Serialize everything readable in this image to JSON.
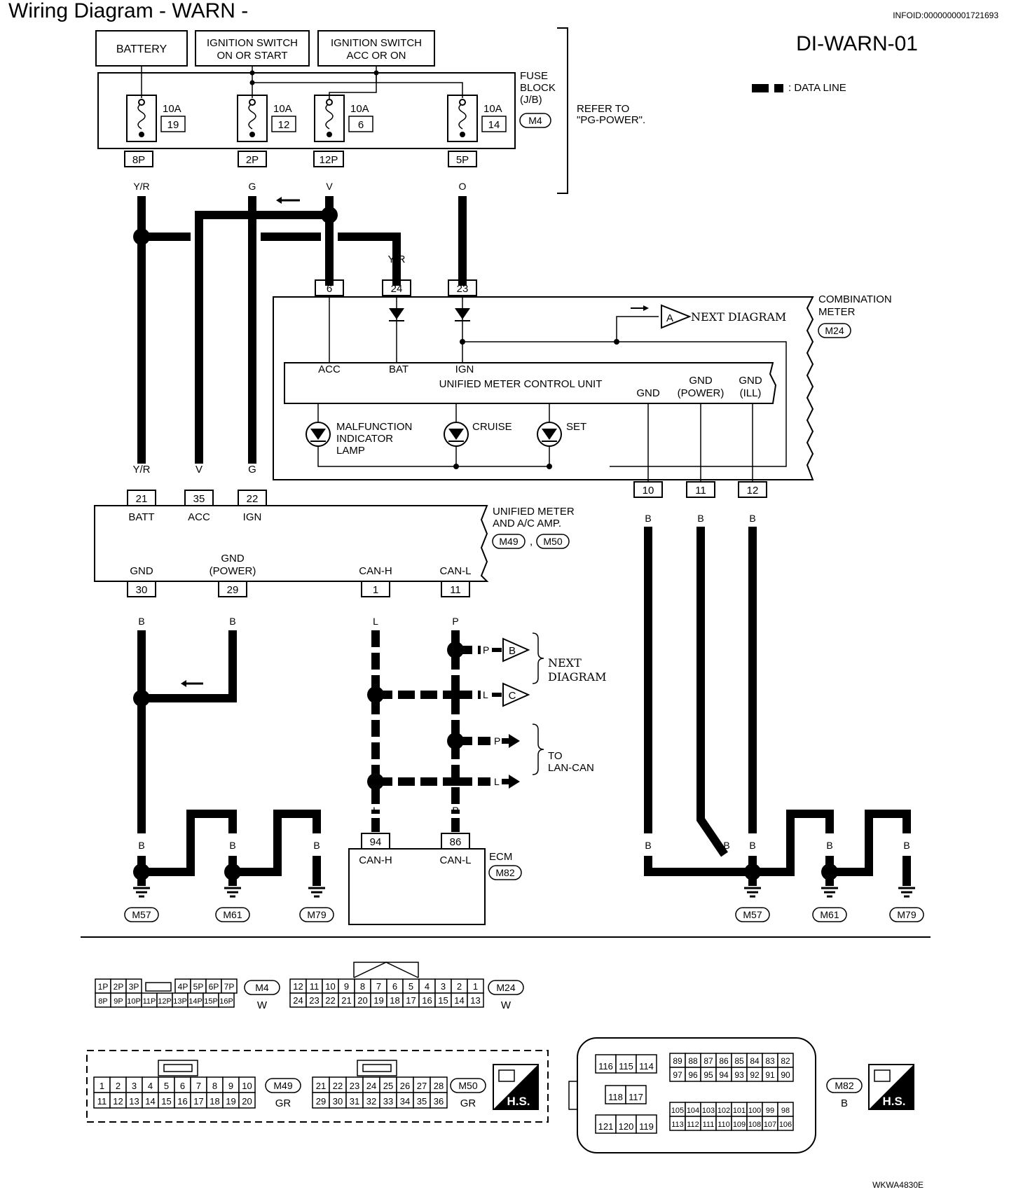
{
  "title": "Wiring Diagram - WARN -",
  "infoid": "INFOID:0000000001721693",
  "diagram_id": "DI-WARN-01",
  "footer_code": "WKWA4830E",
  "legend": {
    "label": ": DATA LINE"
  },
  "power_boxes": {
    "battery": "BATTERY",
    "ign_line1": "IGNITION SWITCH",
    "ign_line2": "ON OR START",
    "acc_line1": "IGNITION SWITCH",
    "acc_line2": "ACC OR ON"
  },
  "fuse_block": {
    "line1": "FUSE",
    "line2": "BLOCK",
    "line3": "(J/B)",
    "connector": "M4",
    "fuses": [
      {
        "amp": "10A",
        "num": "19",
        "pin": "8P",
        "wire": "Y/R"
      },
      {
        "amp": "10A",
        "num": "12",
        "pin": "2P",
        "wire": "G"
      },
      {
        "amp": "10A",
        "num": "6",
        "pin": "12P",
        "wire": "V"
      },
      {
        "amp": "10A",
        "num": "14",
        "pin": "5P",
        "wire": "O"
      }
    ]
  },
  "refer": {
    "line1": "REFER TO",
    "line2": "\"PG-POWER\"."
  },
  "combo_meter": {
    "line1": "COMBINATION",
    "line2": "METER",
    "connector": "M24",
    "pins_top": [
      "6",
      "24",
      "23"
    ],
    "wire_24": "Y/R",
    "next_a_label": "A",
    "next_diagram": "NEXT DIAGRAM",
    "unit_name": "UNIFIED METER CONTROL UNIT",
    "acc": "ACC",
    "bat": "BAT",
    "ign": "IGN",
    "gnd": "GND",
    "gnd_power_1": "GND",
    "gnd_power_2": "(POWER)",
    "gnd_ill_1": "GND",
    "gnd_ill_2": "(ILL)",
    "lamp_mil_1": "MALFUNCTION",
    "lamp_mil_2": "INDICATOR",
    "lamp_mil_3": "LAMP",
    "lamp_cruise": "CRUISE",
    "lamp_set": "SET",
    "pins_bottom": [
      "10",
      "11",
      "12"
    ],
    "wire_b": "B"
  },
  "amp": {
    "line1": "UNIFIED METER",
    "line2": "AND A/C AMP.",
    "conn1": "M49",
    "conn2": "M50",
    "sep": ",",
    "wire_yr": "Y/R",
    "wire_v": "V",
    "wire_g": "G",
    "top_pins": [
      {
        "pin": "21",
        "label": "BATT"
      },
      {
        "pin": "35",
        "label": "ACC"
      },
      {
        "pin": "22",
        "label": "IGN"
      }
    ],
    "gnd": "GND",
    "gnd_power_1": "GND",
    "gnd_power_2": "(POWER)",
    "canh": "CAN-H",
    "canl": "CAN-L",
    "bottom_pins": [
      "30",
      "29",
      "1",
      "11"
    ]
  },
  "wires": {
    "b": "B",
    "l": "L",
    "p": "P"
  },
  "next_diag": {
    "b": "B",
    "c": "C",
    "line1": "NEXT",
    "line2": "DIAGRAM"
  },
  "to_lan": {
    "line1": "TO",
    "line2": "LAN-CAN"
  },
  "ecm": {
    "label": "ECM",
    "connector": "M82",
    "pin_h": "94",
    "pin_l": "86",
    "canh": "CAN-H",
    "canl": "CAN-L"
  },
  "grounds": [
    "M57",
    "M61",
    "M79"
  ],
  "connectors_bottom": {
    "m4": {
      "id": "M4",
      "color": "W",
      "row1": [
        "1P",
        "2P",
        "3P",
        "",
        "4P",
        "5P",
        "6P",
        "7P"
      ],
      "row2": [
        "8P",
        "9P",
        "10P",
        "11P",
        "12P",
        "13P",
        "14P",
        "15P",
        "16P"
      ]
    },
    "m24": {
      "id": "M24",
      "color": "W",
      "row1": [
        "12",
        "11",
        "10",
        "9",
        "8",
        "7",
        "6",
        "5",
        "4",
        "3",
        "2",
        "1"
      ],
      "row2": [
        "24",
        "23",
        "22",
        "21",
        "20",
        "19",
        "18",
        "17",
        "16",
        "15",
        "14",
        "13"
      ]
    },
    "m49": {
      "id": "M49",
      "color": "GR",
      "row1": [
        "1",
        "2",
        "3",
        "4",
        "5",
        "6",
        "7",
        "8",
        "9",
        "10"
      ],
      "row2": [
        "11",
        "12",
        "13",
        "14",
        "15",
        "16",
        "17",
        "18",
        "19",
        "20"
      ]
    },
    "m50": {
      "id": "M50",
      "color": "GR",
      "row1": [
        "21",
        "22",
        "23",
        "24",
        "25",
        "26",
        "27",
        "28"
      ],
      "row2": [
        "29",
        "30",
        "31",
        "32",
        "33",
        "34",
        "35",
        "36"
      ]
    },
    "m82": {
      "id": "M82",
      "color": "B",
      "a1": [
        "116",
        "115",
        "114"
      ],
      "a2": [
        "118",
        "117"
      ],
      "a3": [
        "121",
        "120",
        "119"
      ],
      "b1": [
        "89",
        "88",
        "87",
        "86",
        "85",
        "84",
        "83",
        "82"
      ],
      "b2": [
        "97",
        "96",
        "95",
        "94",
        "93",
        "92",
        "91",
        "90"
      ],
      "c1": [
        "105",
        "104",
        "103",
        "102",
        "101",
        "100",
        "99",
        "98"
      ],
      "c2": [
        "113",
        "112",
        "111",
        "110",
        "109",
        "108",
        "107",
        "106"
      ]
    },
    "hs": "H.S."
  }
}
